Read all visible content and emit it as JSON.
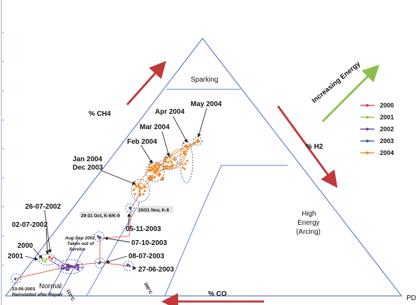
{
  "diagram": {
    "zones": {
      "sparking": "Sparking",
      "high_energy_1": "High",
      "high_energy_2": "Energy",
      "high_energy_3": "(Arcing)",
      "normal": "Normal",
      "t110": "110°C",
      "t300": "300°C",
      "pd": "PD"
    },
    "axes": {
      "ch4": "% CH4",
      "h2": "% H2",
      "co": "% CO",
      "increasing_energy": "Increasing Energy"
    },
    "dates": {
      "may2004": "May 2004",
      "apr2004": "Apr 2004",
      "mar2004": "Mar 2004",
      "feb2004": "Feb 2004",
      "jan2004": "Jan 2004",
      "dec2003": "Dec 2003",
      "d26072002": "26-07-2002",
      "d02072002": "02-07-2002",
      "y2000": "2000",
      "y2001": "2001",
      "d23052003": "23-05-2003",
      "reinstalled": "Reinstalled after Repair",
      "augsep1": "Aug-Sep 2002",
      "augsep2": "Taken out of",
      "augsep3": "Service",
      "oct": "29-31 Oct, K-6/K-9",
      "nov": "20/21 Nov, K-8",
      "d05112003": "05-11-2003",
      "d07102003": "07-10-2003",
      "d08072003": "08-07-2003",
      "d27062003": "27-06-2003"
    },
    "legend": [
      {
        "label": "2000",
        "color": "#e8493a"
      },
      {
        "label": "2001",
        "color": "#8fc54b"
      },
      {
        "label": "2002",
        "color": "#6a3fa0"
      },
      {
        "label": "2003",
        "color": "#3a5fa8"
      },
      {
        "label": "2004",
        "color": "#f08c2a"
      }
    ],
    "colors": {
      "triangle": "#5b7fc0",
      "arrow_red": "#c0393b",
      "arrow_green": "#8cbf4a",
      "trend": "#e85a4a",
      "cluster": "#f08c2a"
    }
  }
}
